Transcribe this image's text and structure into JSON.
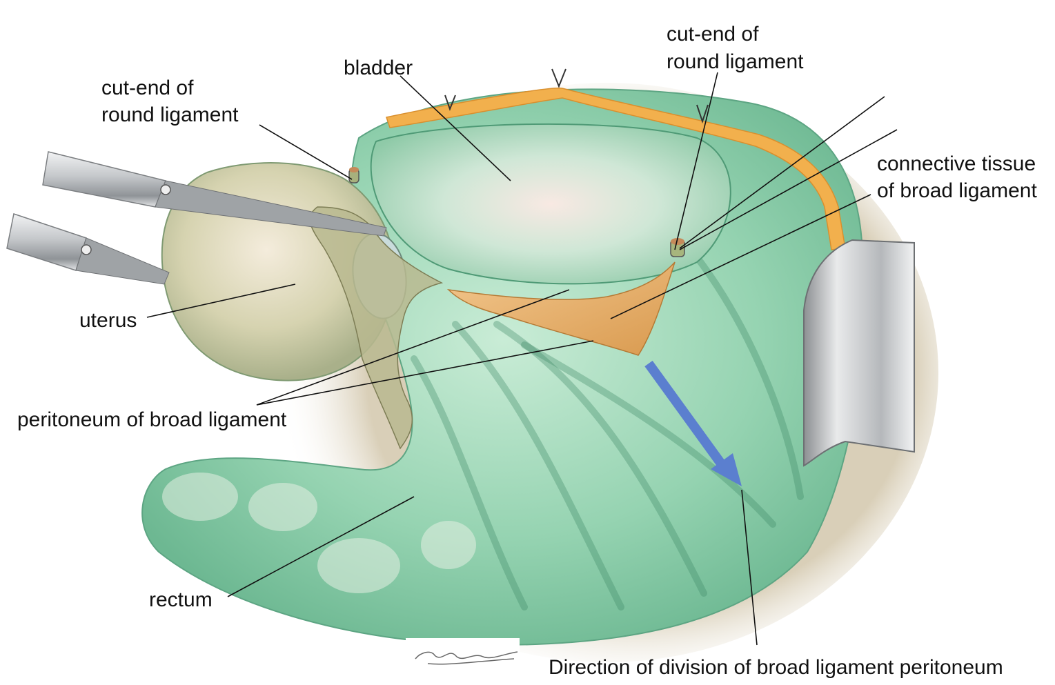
{
  "labels": {
    "bladder": "bladder",
    "round_ligament_left": [
      "cut-end of",
      "round ligament"
    ],
    "round_ligament_right": [
      "cut-end of",
      "round ligament"
    ],
    "connective_tissue": [
      "connective tissue",
      "of broad ligament"
    ],
    "uterus": "uterus",
    "peritoneum": "peritoneum of broad ligament",
    "rectum": "rectum",
    "direction": "Direction of division of broad ligament peritoneum"
  },
  "colors": {
    "tissue_green": "#8fd0ad",
    "tissue_green_dark": "#4f9a76",
    "uterus_beige": "#c9c6a2",
    "connective_orange": "#e8b06a",
    "fat_yellow": "#f2b04d",
    "background_tan": "#d8cdb5",
    "arrow_blue": "#5b7fcf",
    "instrument_gray": "#b9bcbe"
  },
  "icons": [
    "surgical-grasper-icon",
    "retractor-icon",
    "direction-arrow-icon",
    "artist-signature"
  ]
}
